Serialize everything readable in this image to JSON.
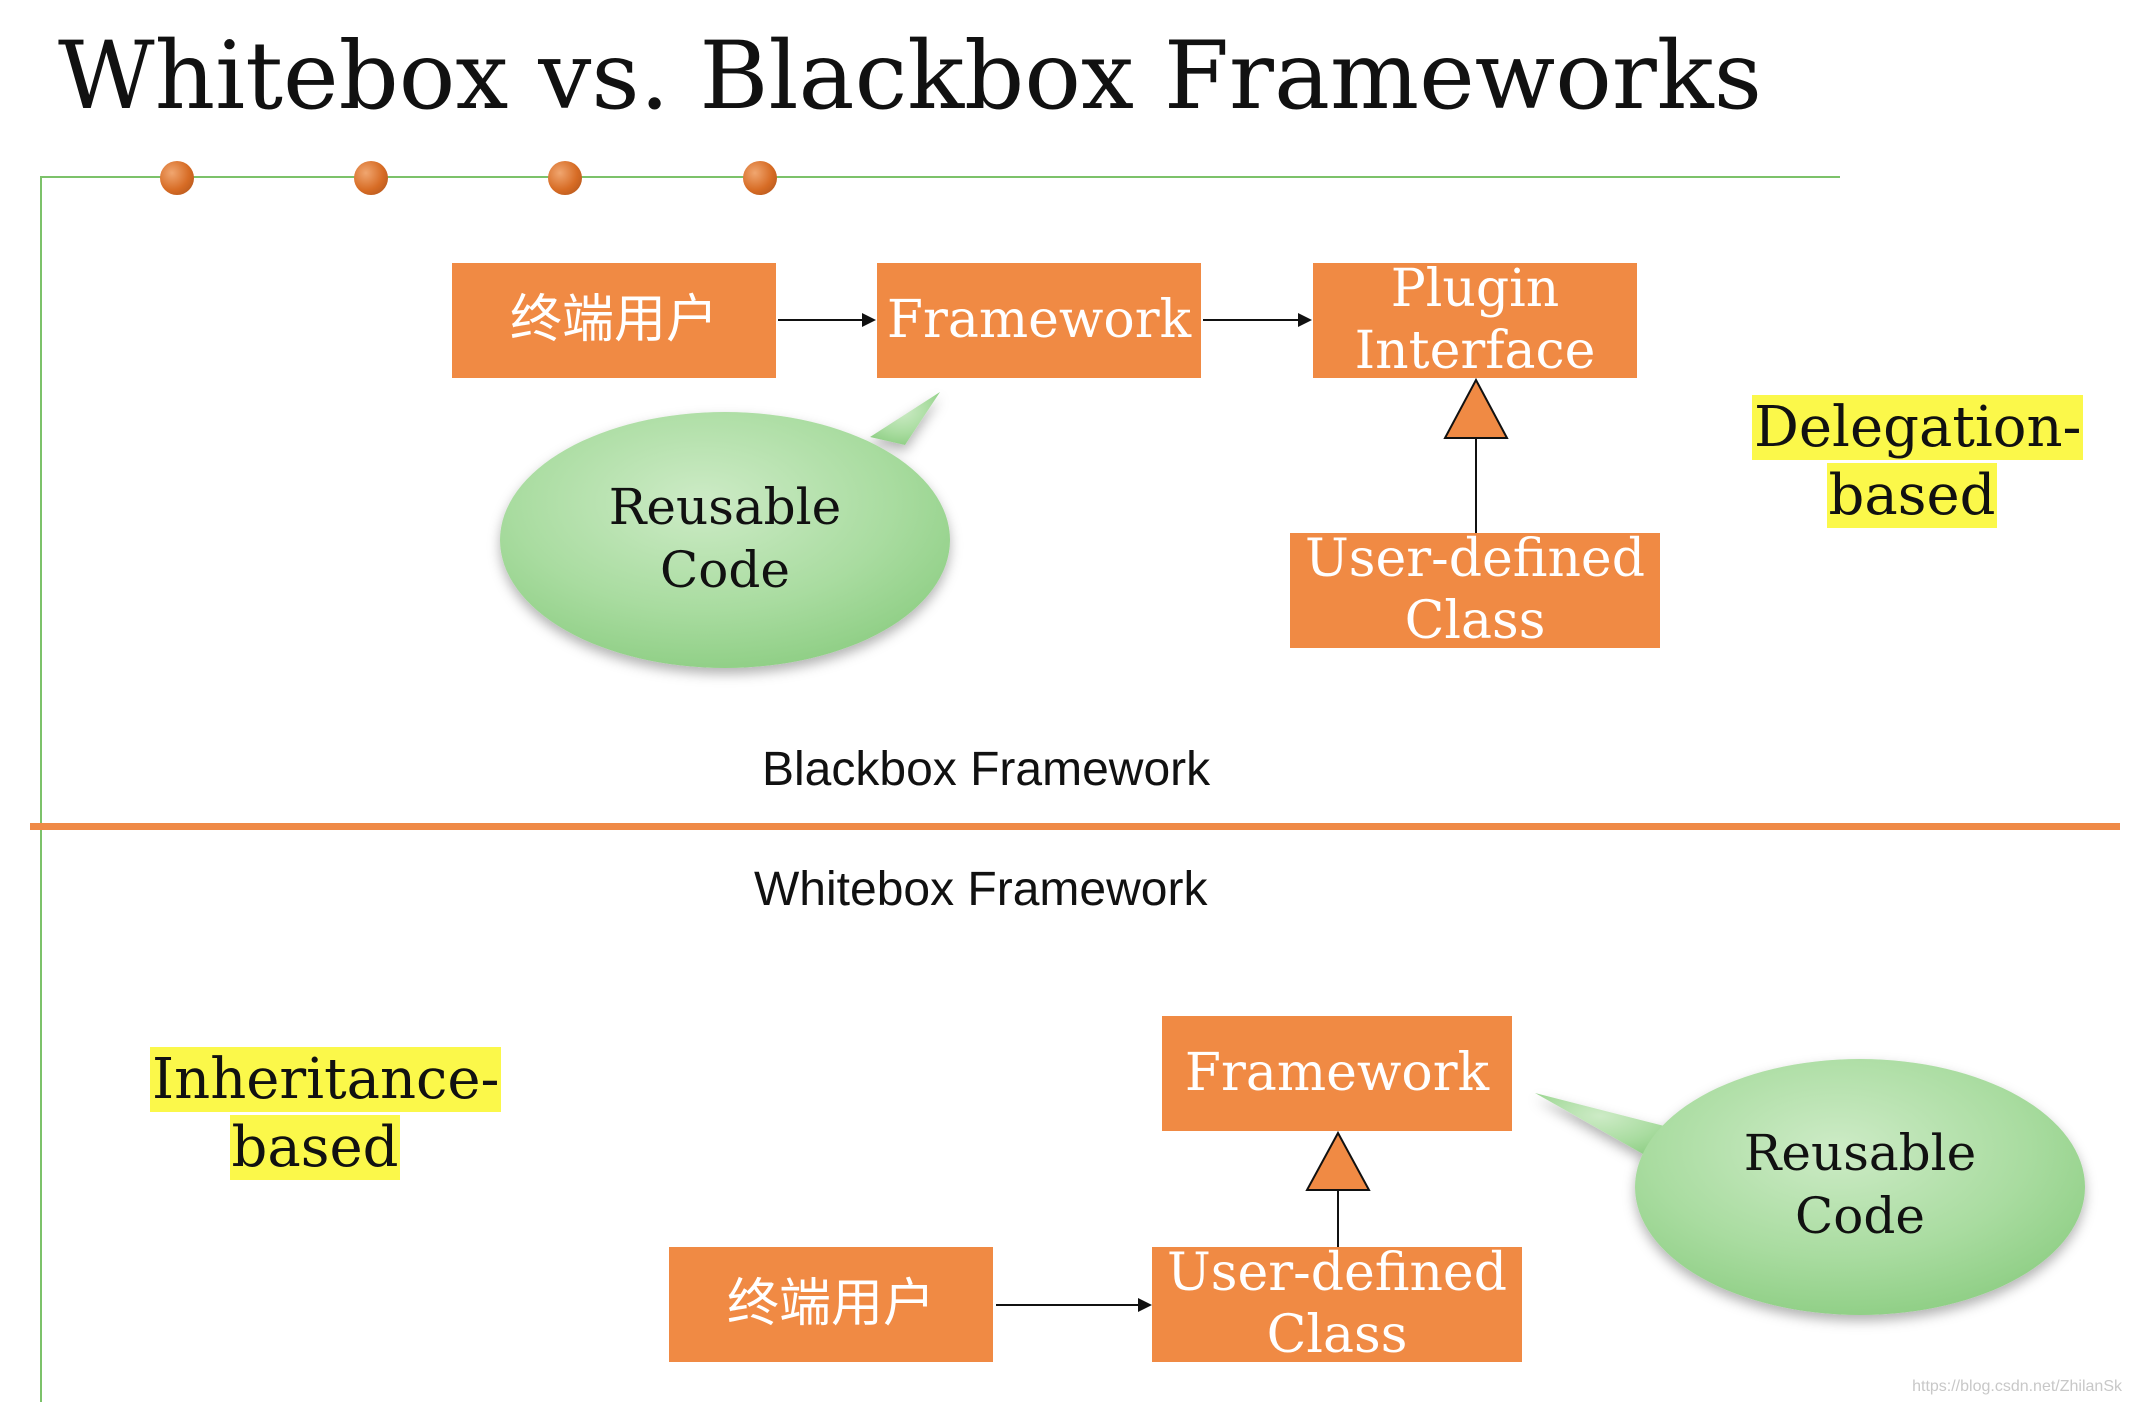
{
  "title": "Whitebox vs. Blackbox Frameworks",
  "colors": {
    "box_fill": "#f08a44",
    "divider": "#ef8a47",
    "green_line": "#7cc26a",
    "bubble_fill": "#a9dca0",
    "highlight": "#fbf84a"
  },
  "blackbox": {
    "label": "Blackbox Framework",
    "tag": "Delegation-\nbased",
    "tag_line1": "Delegation-",
    "tag_line2": "based",
    "end_user": "终端用户",
    "framework": "Framework",
    "plugin_interface": "Plugin\nInterface",
    "user_defined_class": "User-defined\nClass",
    "bubble": "Reusable\nCode"
  },
  "whitebox": {
    "label": "Whitebox Framework",
    "tag_line1": "Inheritance-",
    "tag_line2": "based",
    "framework": "Framework",
    "end_user": "终端用户",
    "user_defined_class": "User-defined\nClass",
    "bubble": "Reusable\nCode"
  },
  "watermark": "https://blog.csdn.net/ZhilanSk"
}
